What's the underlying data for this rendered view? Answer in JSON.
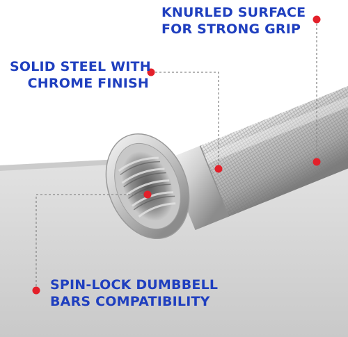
{
  "callouts": {
    "knurled": {
      "line1": "KNURLED SURFACE",
      "line2": "FOR STRONG GRIP"
    },
    "steel": {
      "line1": "SOLID STEEL WITH",
      "line2": "CHROME FINISH"
    },
    "spinlock": {
      "line1": "SPIN-LOCK DUMBBELL",
      "line2": "BARS COMPATIBILITY"
    }
  },
  "colors": {
    "label_blue": "#1f3fbf",
    "marker_red": "#e3202a",
    "leader_gray": "#8a8a8a",
    "surface_gray": "#d6d6d6"
  }
}
